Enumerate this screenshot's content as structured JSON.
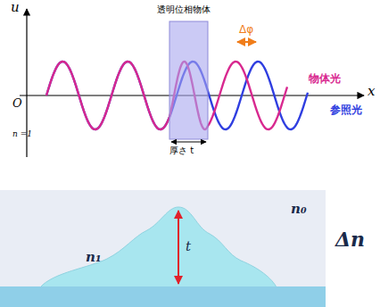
{
  "diagram": {
    "labels": [
      "u",
      "透明位相物体",
      "Δφ",
      "物体光",
      "x",
      "O",
      "参照光",
      "n =1",
      "厚さ t",
      "n₀",
      "Δn",
      "t",
      "n₁"
    ]
  }
}
